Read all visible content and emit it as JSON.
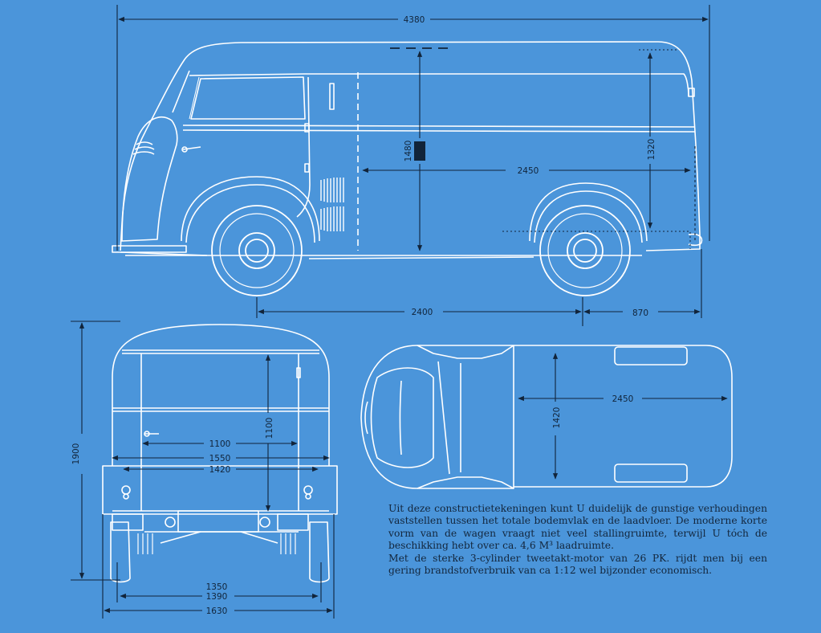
{
  "side_view": {
    "overall_length": "4380",
    "total_height": "1480",
    "cargo_height": "1320",
    "cargo_length": "2450",
    "wheelbase": "2400",
    "rear_overhang": "870"
  },
  "rear_view": {
    "total_height": "1900",
    "door_height": "1100",
    "width_1": "1100",
    "width_2": "1550",
    "width_3": "1420",
    "track_front": "1350",
    "track_rear": "1390",
    "overall_width": "1630"
  },
  "top_view": {
    "cargo_length": "2450",
    "cargo_width": "1420"
  },
  "caption": {
    "paragraph_1": "Uit deze constructietekeningen kunt U duidelijk de gunstige verhoudingen vaststellen tussen het totale bodemvlak en de laadvloer. De moderne korte vorm van de wagen vraagt niet veel stallingruimte, terwijl U tóch de beschikking hebt over ca. 4,6 M³ laadruimte.",
    "paragraph_2": "Met de sterke 3-cylinder tweetakt-motor van 26 PK. rijdt men bij een gering brandstofverbruik van ca 1:12 wel bijzonder economisch."
  },
  "colors": {
    "paper": "#4b95da",
    "line": "#ffffff",
    "dimension": "#11243a"
  }
}
